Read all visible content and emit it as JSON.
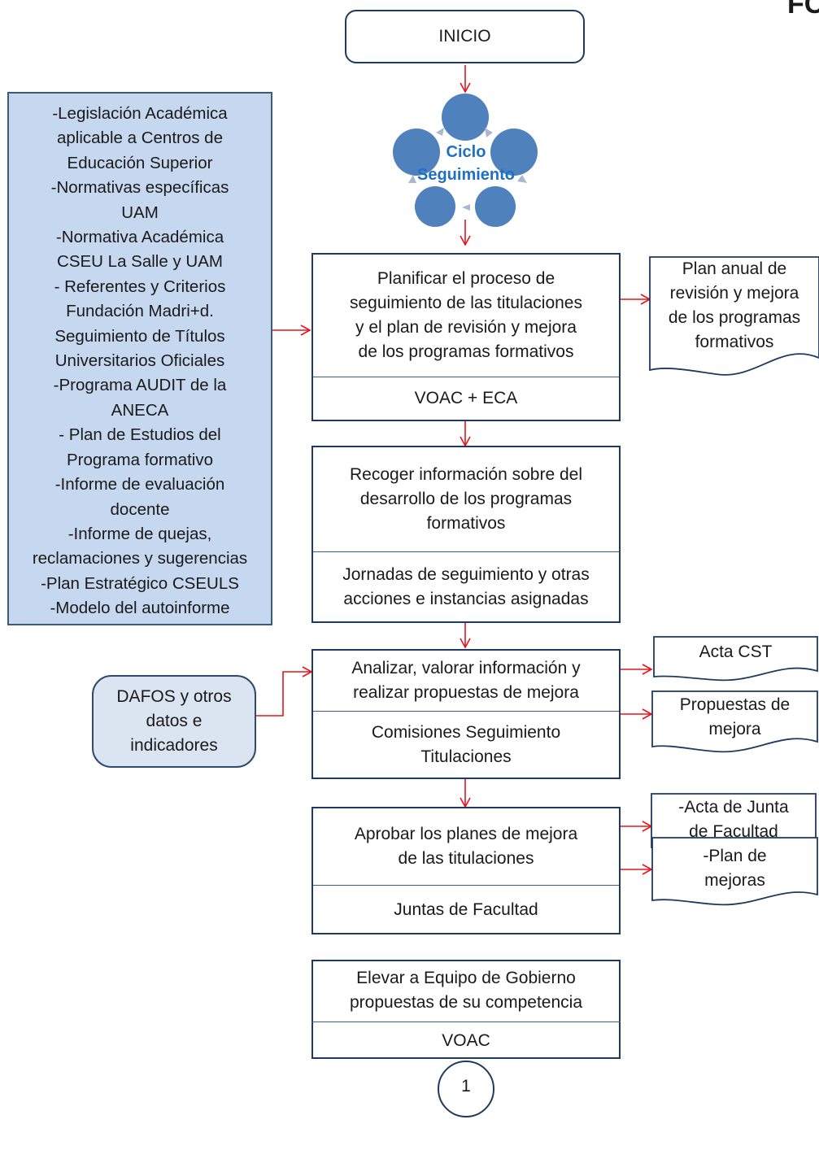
{
  "corner_text": "FC",
  "start": "INICIO",
  "cycle": {
    "line1": "Ciclo",
    "line2": "Seguimiento"
  },
  "inputs": [
    "-Legislación Académica",
    "aplicable a Centros de",
    "Educación Superior",
    "-Normativas específicas",
    "UAM",
    "-Normativa  Académica",
    "CSEU La Salle y UAM",
    "- Referentes y Criterios",
    "Fundación Madri+d.",
    "Seguimiento de Títulos",
    "Universitarios Oficiales",
    "-Programa AUDIT de la",
    "ANECA",
    "- Plan de Estudios del",
    "Programa  formativo",
    "-Informe de evaluación",
    "docente",
    "-Informe de quejas,",
    "reclamaciones y sugerencias",
    "-Plan Estratégico CSEULS",
    "-Modelo del autoinforme"
  ],
  "dafos": {
    "line1": "DAFOS y otros",
    "line2": "datos e",
    "line3": "indicadores"
  },
  "steps": [
    {
      "action": [
        "Planificar el proceso de",
        "seguimiento  de las titulaciones",
        "y  el plan de  revisión y mejora",
        "de los programas formativos"
      ],
      "responsible": [
        "VOAC + ECA"
      ]
    },
    {
      "action": [
        "Recoger información sobre del",
        "desarrollo de  los programas",
        "formativos"
      ],
      "responsible": [
        "Jornadas de seguimiento y otras",
        "acciones e  instancias asignadas"
      ]
    },
    {
      "action": [
        "Analizar, valorar información y",
        "realizar propuestas de mejora"
      ],
      "responsible": [
        "Comisiones Seguimiento",
        "Titulaciones"
      ]
    },
    {
      "action": [
        "Aprobar los planes de mejora",
        "de las titulaciones"
      ],
      "responsible": [
        "Juntas de Facultad"
      ]
    },
    {
      "action": [
        "Elevar a Equipo de Gobierno",
        "propuestas de su competencia"
      ],
      "responsible": [
        "VOAC"
      ]
    }
  ],
  "documents": {
    "plan_anual": [
      "Plan  anual de",
      "revisión y mejora",
      "de los programas",
      "formativos"
    ],
    "acta_cst": [
      "Acta CST"
    ],
    "propuestas": [
      "Propuestas de",
      "mejora"
    ],
    "acta_junta": [
      "-Acta de Junta",
      "de Facultad"
    ],
    "plan_mejoras": [
      "-Plan de",
      "mejoras"
    ]
  },
  "connector": "1",
  "colors": {
    "arrow": "#e8141b",
    "box_border": "#1f3a5f",
    "inputs_fill": "#c6d8ef",
    "dafos_fill": "#dbe5f1",
    "cycle_fill": "#4f81bd",
    "cycle_text": "#1f6fc5"
  }
}
